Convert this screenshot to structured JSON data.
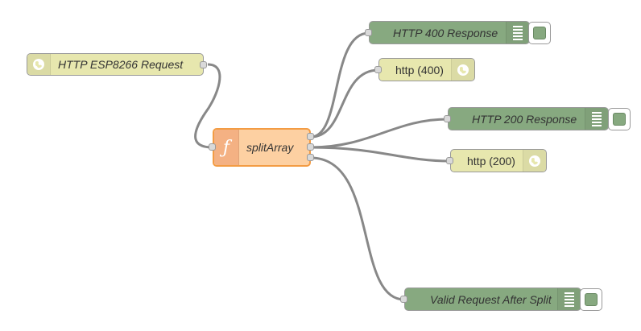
{
  "flow": {
    "request_node": {
      "label": "HTTP ESP8266 Request",
      "icon": "globe-icon"
    },
    "function_node": {
      "label": "splitArray",
      "icon": "function-icon"
    },
    "debug_400": {
      "label": "HTTP 400 Response",
      "icon": "debug-list-icon"
    },
    "http_400": {
      "label": "http (400)",
      "icon": "globe-icon"
    },
    "debug_200": {
      "label": "HTTP 200 Response",
      "icon": "debug-list-icon"
    },
    "http_200": {
      "label": "http (200)",
      "icon": "globe-icon"
    },
    "debug_valid": {
      "label": "Valid Request After Split",
      "icon": "debug-list-icon"
    }
  },
  "colors": {
    "http_node": "#e7e7ae",
    "function_node": "#fdd0a2",
    "function_icon": "#f4b183",
    "debug_node": "#87a980",
    "wire": "#888888",
    "port": "#d9d9d9"
  }
}
